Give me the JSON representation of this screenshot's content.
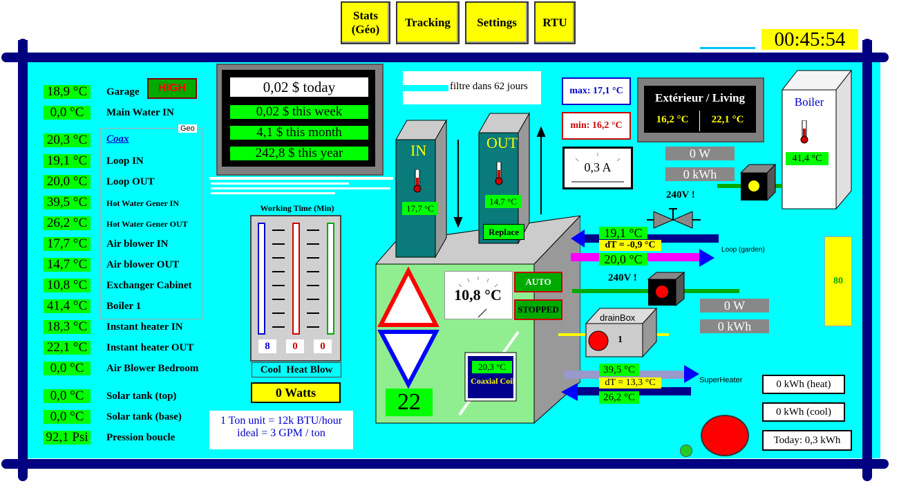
{
  "nav": {
    "stats_label": "Stats\n(Géo)",
    "tracking_label": "Tracking",
    "settings_label": "Settings",
    "rtu_label": "RTU"
  },
  "clock": "00:45:54",
  "sensors": [
    {
      "value": "18,9 °C",
      "label": "Garage",
      "small": false
    },
    {
      "value": "0,0 °C",
      "label": "Main Water IN",
      "small": false
    },
    {
      "value": "20,3 °C",
      "label": "",
      "small": false
    },
    {
      "value": "19,1 °C",
      "label": "Loop IN",
      "small": false
    },
    {
      "value": "20,0 °C",
      "label": "Loop OUT",
      "small": false
    },
    {
      "value": "39,5 °C",
      "label": "Hot Water Gener IN",
      "small": true
    },
    {
      "value": "26,2 °C",
      "label": "Hot Water Gener OUT",
      "small": true
    },
    {
      "value": "17,7 °C",
      "label": "Air blower IN",
      "small": false
    },
    {
      "value": "14,7 °C",
      "label": "Air blower OUT",
      "small": false
    },
    {
      "value": "10,8 °C",
      "label": "Exchanger Cabinet",
      "small": false
    },
    {
      "value": "41,4 °C",
      "label": "Boiler 1",
      "small": false
    },
    {
      "value": "18,3 °C",
      "label": "Instant heater IN",
      "small": false
    },
    {
      "value": "22,1 °C",
      "label": "Instant heater OUT",
      "small": false
    },
    {
      "value": "0,0 °C",
      "label": "Air Blower Bedroom",
      "small": false
    },
    {
      "value": "0,0 °C",
      "label": "Solar tank (top)",
      "small": false
    },
    {
      "value": "0,0 °C",
      "label": "Solar tank (base)",
      "small": false
    },
    {
      "value": "92,1 Psi",
      "label": "Pression boucle",
      "small": false
    }
  ],
  "high_badge": "HIGH",
  "geo_group": {
    "tag": "Geo",
    "coax_link": "Coax"
  },
  "cost": {
    "today": "0,02 $ today",
    "week": "0,02 $ this week",
    "month": "4,1 $ this month",
    "year": "242,8 $ this year"
  },
  "working_time": {
    "title": "Working Time (Min)",
    "cool": "8",
    "heat": "0",
    "blow": "0",
    "legend": "Cool  Heat Blow"
  },
  "watts_box": "0 Watts",
  "ton_info": {
    "line1": "1 Ton unit = 12k BTU/hour",
    "line2": "ideal = 3 GPM / ton"
  },
  "filter_text": "filtre dans 62 jours",
  "in_duct": {
    "label": "IN",
    "temp": "17,7 °C"
  },
  "out_duct": {
    "label": "OUT",
    "temp": "14,7 °C",
    "replace": "Replace"
  },
  "cabinet": {
    "gauge_temp": "10,8 °C",
    "auto": "AUTO",
    "stopped": "STOPPED",
    "setpoint": "22",
    "coax_temp": "20,3 °C",
    "coax_label": "Coaxial Coil"
  },
  "minmax": {
    "max": "max: 17,1 °C",
    "min": "min: 16,2 °C"
  },
  "ampmeter": "0,3 A",
  "outdoor": {
    "title": "Extérieur / Living",
    "ext": "16,2 °C",
    "living": "22,1 °C"
  },
  "boiler": {
    "title": "Boiler",
    "temp": "41,4 °C",
    "watts": "0 W",
    "kwh": "0 kWh",
    "warn": "240V !"
  },
  "loop": {
    "in_temp": "19,1 °C",
    "dt": "dT = -0,9 °C",
    "out_temp": "20,0 °C",
    "label": "Loop (garden)",
    "warn": "240V !",
    "watts": "0 W",
    "kwh": "0 kWh"
  },
  "drain": {
    "label": "drainBox",
    "count": "1"
  },
  "super": {
    "in_temp": "39,5 °C",
    "dt": "dT = 13,3 °C",
    "out_temp": "26,2 °C",
    "label": "SuperHeater"
  },
  "tank_level": "80",
  "energy": {
    "heat": "0 kWh (heat)",
    "cool": "0 kWh (cool)",
    "today": "Today: 0,3 kWh"
  },
  "colors": {
    "panel": "#00ffff",
    "rail": "#000080",
    "value_bg": "#00ff00",
    "accent": "#ffff00",
    "alert": "#ff0000"
  }
}
